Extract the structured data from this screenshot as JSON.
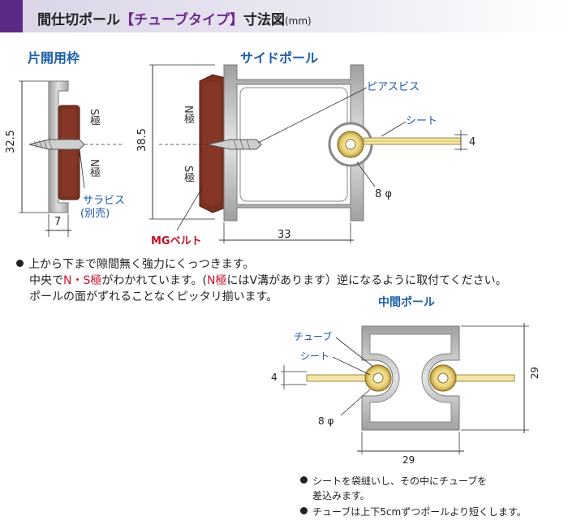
{
  "header": {
    "title_main": "間仕切ポール",
    "title_accent": "【チューブタイプ】",
    "title_suffix": "寸法図",
    "title_unit": "(mm)"
  },
  "left_diagram": {
    "title": "片開用枠",
    "dim_height": "32.5",
    "dim_width": "7",
    "pole_s": "S極",
    "pole_n": "N極",
    "screw_label": "サラビス",
    "screw_note": "(別売)"
  },
  "side_pole": {
    "title": "サイドポール",
    "dim_height": "38.5",
    "dim_width": "33",
    "pole_n": "N極",
    "pole_s": "S極",
    "pierce_screw": "ピアスビス",
    "sheet": "シート",
    "sheet_dim": "4",
    "tube_dim": "8 φ",
    "belt": "MGベルト"
  },
  "body_text": {
    "line1": "上から下まで隙間無く強力にくっつきます。",
    "line2_a": "中央で",
    "line2_ns": "N・S極",
    "line2_b": "がわかれています。(",
    "line2_n": "N極",
    "line2_c": "にはV溝があります）逆になるように取付てください。",
    "line3": "ポールの面がずれることなくピッタリ揃います。"
  },
  "middle_pole": {
    "title": "中間ポール",
    "tube": "チューブ",
    "sheet": "シート",
    "sheet_dim": "4",
    "tube_dim": "8 φ",
    "dim_height": "29",
    "dim_width": "29"
  },
  "notes": {
    "note1": "シートを袋縫いし、その中にチューブを",
    "note1b": "差込みます。",
    "note2": "チューブは上下5cmずつポールより短くします。"
  },
  "colors": {
    "accent_purple": "#5a2a86",
    "belt_brown": "#7b3122",
    "tube_yellow": "#f3e6a8",
    "frame_gray": "#b9b9b9",
    "label_blue": "#1f56a8",
    "label_red": "#c0102a"
  }
}
